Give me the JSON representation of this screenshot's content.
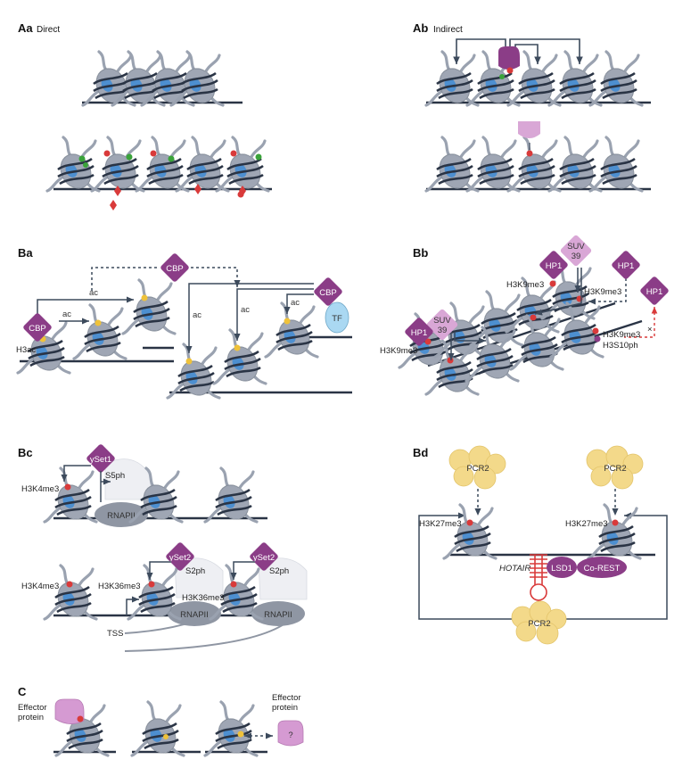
{
  "panels": {
    "aa": {
      "letter": "Aa",
      "title": "Direct"
    },
    "ab": {
      "letter": "Ab",
      "title": "Indirect"
    },
    "ba": {
      "letter": "Ba"
    },
    "bb": {
      "letter": "Bb"
    },
    "bc": {
      "letter": "Bc"
    },
    "bd": {
      "letter": "Bd"
    },
    "c": {
      "letter": "C"
    }
  },
  "labels": {
    "cbp": "CBP",
    "ac": "ac",
    "h3ac": "H3ac",
    "tf": "TF",
    "hp1": "HP1",
    "suv_line1": "SUV",
    "suv_line2": "39",
    "h3k9me3": "H3K9me3",
    "h3s10ph": "H3S10ph",
    "cross": "×",
    "yset1": "ySet1",
    "yset2": "ySet2",
    "h3k4me3": "H3K4me3",
    "h3k36me3": "H3K36me3",
    "s5ph": "S5ph",
    "s2ph": "S2ph",
    "rnapii": "RNAPII",
    "tss": "TSS",
    "pcr2": "PCR2",
    "h3k27me3": "H3K27me3",
    "hotair": "HOTAIR",
    "lsd1": "LSD1",
    "corest": "Co-REST",
    "effector_line1": "Effector",
    "effector_line2": "protein",
    "question": "?"
  },
  "colors": {
    "dna": "#2a3445",
    "histone": "#9fa6b4",
    "histone_blue": "#4d8fd0",
    "tail": "#9aa2b0",
    "arrow": "#3c4a5c",
    "reader": "#8b3d87",
    "reader_light": "#d9a7d6",
    "pcr2": "#f3d98a",
    "rnapii": "#8f96a3",
    "mark_red": "#d93a3a",
    "mark_green": "#3aa33a",
    "mark_yellow": "#efc23a",
    "tf": "#aad8f2"
  }
}
